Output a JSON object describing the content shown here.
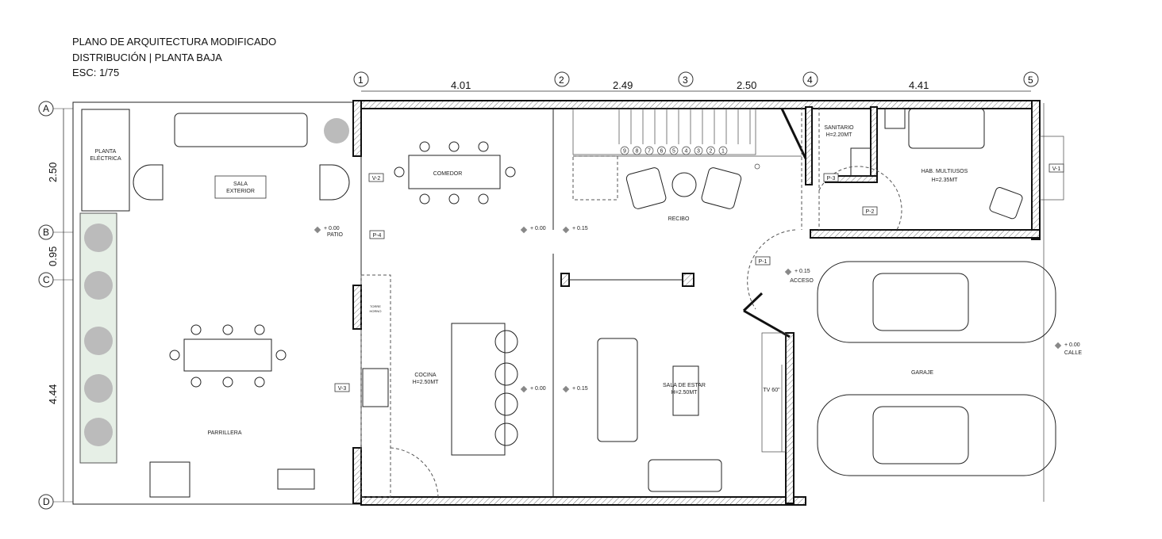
{
  "header": {
    "title": "PLANO DE ARQUITECTURA MODIFICADO",
    "subtitle": "DISTRIBUCIÓN | PLANTA BAJA",
    "scale": "ESC: 1/75"
  },
  "grid": {
    "columns": [
      "1",
      "2",
      "3",
      "4",
      "5"
    ],
    "rows": [
      "A",
      "B",
      "C",
      "D"
    ],
    "col_dims": [
      "4.01",
      "2.49",
      "2.50",
      "4.41"
    ],
    "row_dims": [
      "2.50",
      "0.95",
      "4.44"
    ]
  },
  "rooms": {
    "planta_electrica": [
      "PLANTA",
      "ELÉCTRICA"
    ],
    "sala_exterior": [
      "SALA",
      "EXTERIOR"
    ],
    "patio": "PATIO",
    "parrillera": "PARRILLERA",
    "comedor": "COMEDOR",
    "cocina": [
      "COCINA",
      "H=2.50MT"
    ],
    "torre_horno": [
      "TORRE",
      "HORNO"
    ],
    "recibo": "RECIBO",
    "sala_estar": [
      "SALA DE ESTAR",
      "H=2.50MT"
    ],
    "tv": "TV 60\"",
    "sanitario": [
      "SANITARIO",
      "H=2.20MT"
    ],
    "hab_multiusos": [
      "HAB. MULTIUSOS",
      "H=2.35MT"
    ],
    "acceso": "ACCESO",
    "garaje": "GARAJE",
    "calle": "CALLE"
  },
  "tags": {
    "p1": "P-1",
    "p2": "P-2",
    "p3": "P-3",
    "p4": "P-4",
    "v1": "V-1",
    "v2": "V-2",
    "v3": "V-3"
  },
  "levels": {
    "patio": "+ 0.00",
    "l1": "+ 0.00",
    "l2": "+ 0.15",
    "l3": "+ 0.00",
    "l4": "+ 0.15",
    "acceso": "+ 0.15",
    "calle": "+ 0.00"
  },
  "stairs": [
    "9",
    "8",
    "7",
    "6",
    "5",
    "4",
    "3",
    "2",
    "1"
  ]
}
